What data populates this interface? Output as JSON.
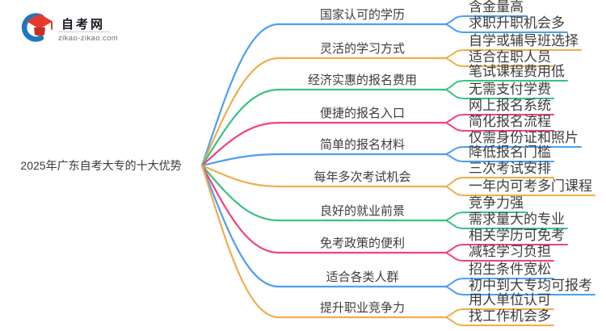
{
  "logo": {
    "title": "自考网",
    "domain": "zikao-zikao.com",
    "icon": "graduation-cap-icon",
    "colors": {
      "arc_blue": "#1E78C0",
      "cap_red": "#E6392E",
      "cap_dark_red": "#C62F26"
    }
  },
  "root": {
    "label": "2025年广东自考大专的十大优势"
  },
  "palette": {
    "blue": "#4C9FF0",
    "orange": "#EFAD4B",
    "green": "#38C283",
    "pink": "#F2427C"
  },
  "text_color": "#3d3d3d",
  "branches": [
    {
      "label": "国家认可的学历",
      "color": "blue",
      "children": [
        "含金量高",
        "求职升职机会多"
      ]
    },
    {
      "label": "灵活的学习方式",
      "color": "orange",
      "children": [
        "自学或辅导班选择",
        "适合在职人员"
      ]
    },
    {
      "label": "经济实惠的报名费用",
      "color": "green",
      "children": [
        "笔试课程费用低",
        "无需支付学费"
      ]
    },
    {
      "label": "便捷的报名入口",
      "color": "pink",
      "children": [
        "网上报名系统",
        "简化报名流程"
      ]
    },
    {
      "label": "简单的报名材料",
      "color": "blue",
      "children": [
        "仅需身份证和照片",
        "降低报名门槛"
      ]
    },
    {
      "label": "每年多次考试机会",
      "color": "orange",
      "children": [
        "三次考试安排",
        "一年内可考多门课程"
      ]
    },
    {
      "label": "良好的就业前景",
      "color": "green",
      "children": [
        "竞争力强",
        "需求量大的专业"
      ]
    },
    {
      "label": "免考政策的便利",
      "color": "pink",
      "children": [
        "相关学历可免考",
        "减轻学习负担"
      ]
    },
    {
      "label": "适合各类人群",
      "color": "blue",
      "children": [
        "招生条件宽松",
        "初中到大专均可报考"
      ]
    },
    {
      "label": "提升职业竞争力",
      "color": "orange",
      "children": [
        "用人单位认可",
        "找工作机会多"
      ]
    }
  ]
}
